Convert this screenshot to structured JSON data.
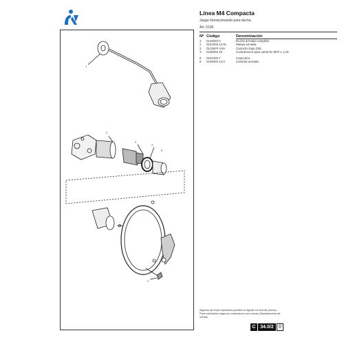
{
  "header": {
    "title": "Línea M4 Compacta",
    "subtitle": "Juego monocomando para ducha.",
    "article": "Art. 0106"
  },
  "table": {
    "col_num": "Nº",
    "col_code": "Código",
    "col_name": "Denominación",
    "rows": [
      {
        "n": "1",
        "code": "0125/M4 0",
        "name": "Ducha armada completa"
      },
      {
        "n": "2",
        "code": "0101/M4 14.0L",
        "name": "Manija armada."
      },
      {
        "n": "3",
        "code": "OL/25FF-10H",
        "name": "Cartucho bajo D35."
      },
      {
        "n": "4",
        "code": "0106/M4 10",
        "name": "Contratuerca para cartucho M37 x 1,25."
      },
      {
        "n": "5",
        "code": "0101/M4 7",
        "name": "Capuchón."
      },
      {
        "n": "6",
        "code": "0106/M4 13.0",
        "name": "Cantrula armada."
      }
    ]
  },
  "diagram": {
    "labels": [
      "1",
      "2",
      "3",
      "4",
      "5",
      "2"
    ]
  },
  "footnote": "Algunos de estos repuestos pueden no figurar en lista de precios. Para solicitarlos rogamos contactarse con nuestro Departamento de Ventas.",
  "page": {
    "section": "C",
    "number": "34.0/2",
    "revision": "0"
  },
  "colors": {
    "logo_blue": "#1f6fb8",
    "ink": "#111111"
  }
}
